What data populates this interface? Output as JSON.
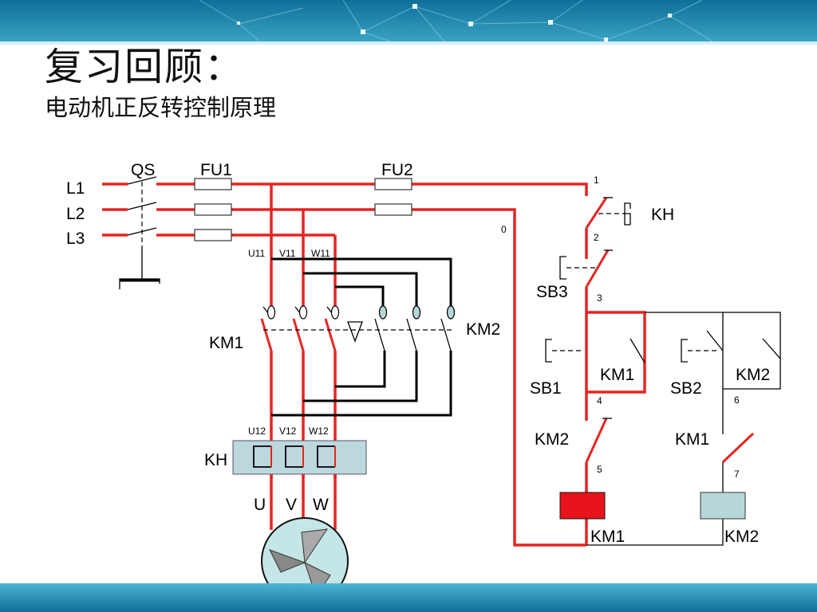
{
  "slide": {
    "title": "复习回顾：",
    "subtitle": "电动机正反转控制原理"
  },
  "colors": {
    "circuit_wire": "#e52521",
    "km1_coil": "#e8141b",
    "km2_coil": "#b7d6d8",
    "thermal_relay": "#bcd8dc",
    "motor": "#c5e6e6",
    "banner": "#1e7fa8"
  },
  "diagram": {
    "labels": {
      "qs": "QS",
      "fu1": "FU1",
      "fu2": "FU2",
      "l1": "L1",
      "l2": "L2",
      "l3": "L3",
      "km1_main": "KM1",
      "km2_main": "KM2",
      "kh_main": "KH",
      "u": "U",
      "v": "V",
      "w": "W",
      "kh_control": "KH",
      "sb3": "SB3",
      "sb1": "SB1",
      "km1_hold": "KM1",
      "km2_hold": "KM2",
      "sb2": "SB2",
      "km2_interlock": "KM2",
      "km1_interlock": "KM1",
      "km1_coil": "KM1",
      "km2_coil": "KM2"
    },
    "terminals": {
      "u11": "U11",
      "v11": "V11",
      "w11": "W11",
      "u12": "U12",
      "v12": "V12",
      "w12": "W12"
    },
    "nodes": {
      "n0": "0",
      "n1": "1",
      "n2": "2",
      "n3": "3",
      "n4": "4",
      "n5": "5",
      "n6": "6",
      "n7": "7"
    },
    "icons": {
      "motor": "motor-symbol-icon",
      "thermal": "thermal-element-icon"
    }
  }
}
